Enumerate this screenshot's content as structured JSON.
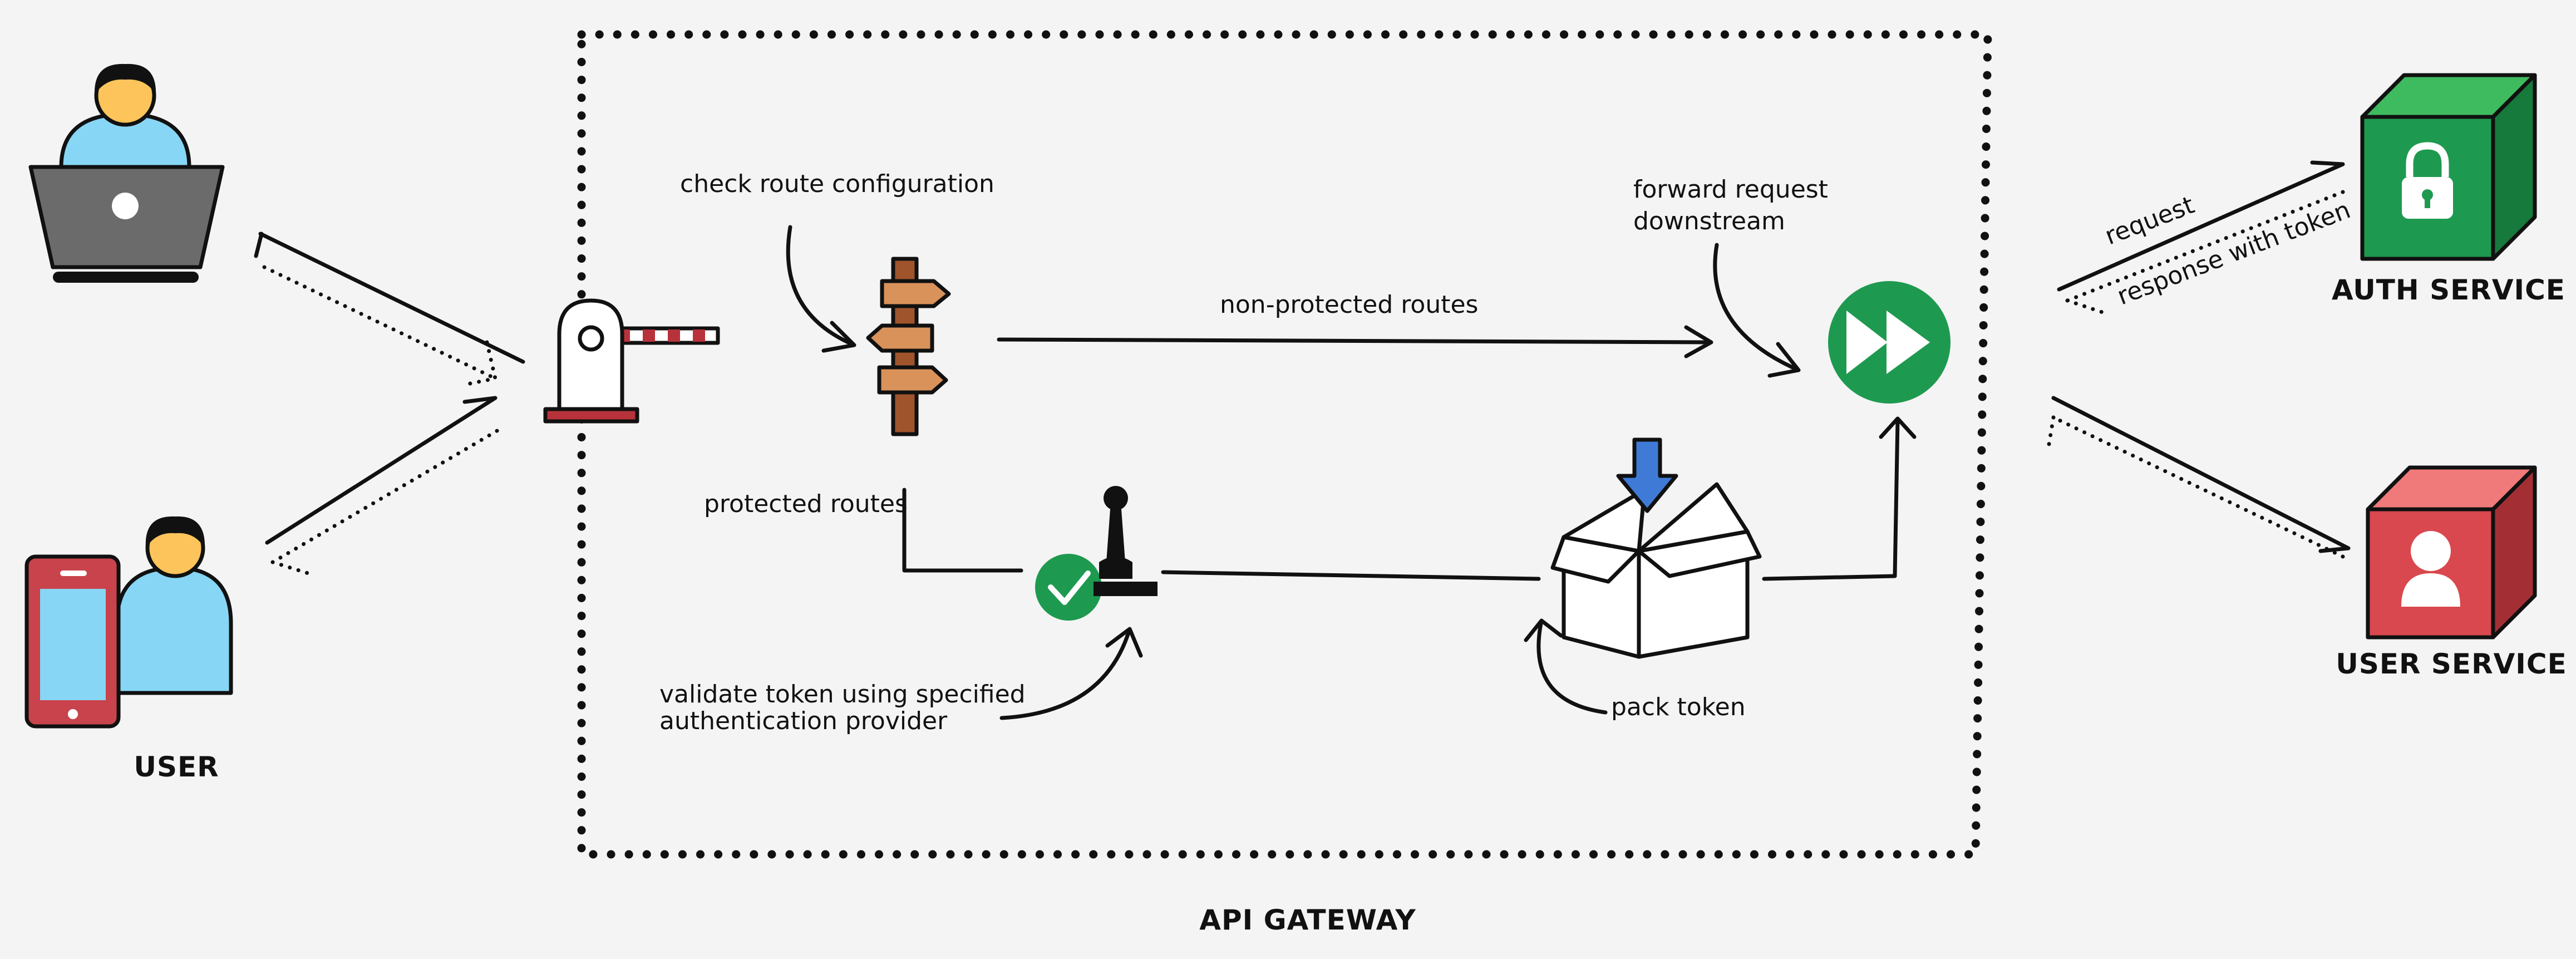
{
  "colors": {
    "background": "#f4f4f4",
    "user_shirt": "#87d6f5",
    "user_skin": "#fcc45a",
    "laptop": "#6b6b6b",
    "phone": "#c8434b",
    "auth_green": "#1e9a50",
    "user_red": "#d9484e",
    "barrier_red": "#b8323b",
    "signpost": "#d9925a",
    "forward_green": "#1e9a50",
    "down_arrow": "#3f7bd6"
  },
  "labels": {
    "user": "USER",
    "api_gateway": "API GATEWAY",
    "auth_service": "AUTH SERVICE",
    "user_service": "USER SERVICE"
  },
  "annotations": {
    "check_route": "check route configuration",
    "non_protected": "non-protected routes",
    "protected": "protected routes",
    "validate_line1": "validate token using specified",
    "validate_line2": "authentication provider",
    "forward_line1": "forward request",
    "forward_line2": "downstream",
    "pack_token": "pack token",
    "request": "request",
    "response_with_token": "response with token"
  },
  "icons": [
    "laptop-user-icon",
    "phone-user-icon",
    "barrier-gate-icon",
    "signpost-icon",
    "checkmark-icon",
    "stamp-icon",
    "box-icon",
    "down-arrow-icon",
    "fast-forward-icon",
    "lock-icon",
    "person-icon"
  ]
}
